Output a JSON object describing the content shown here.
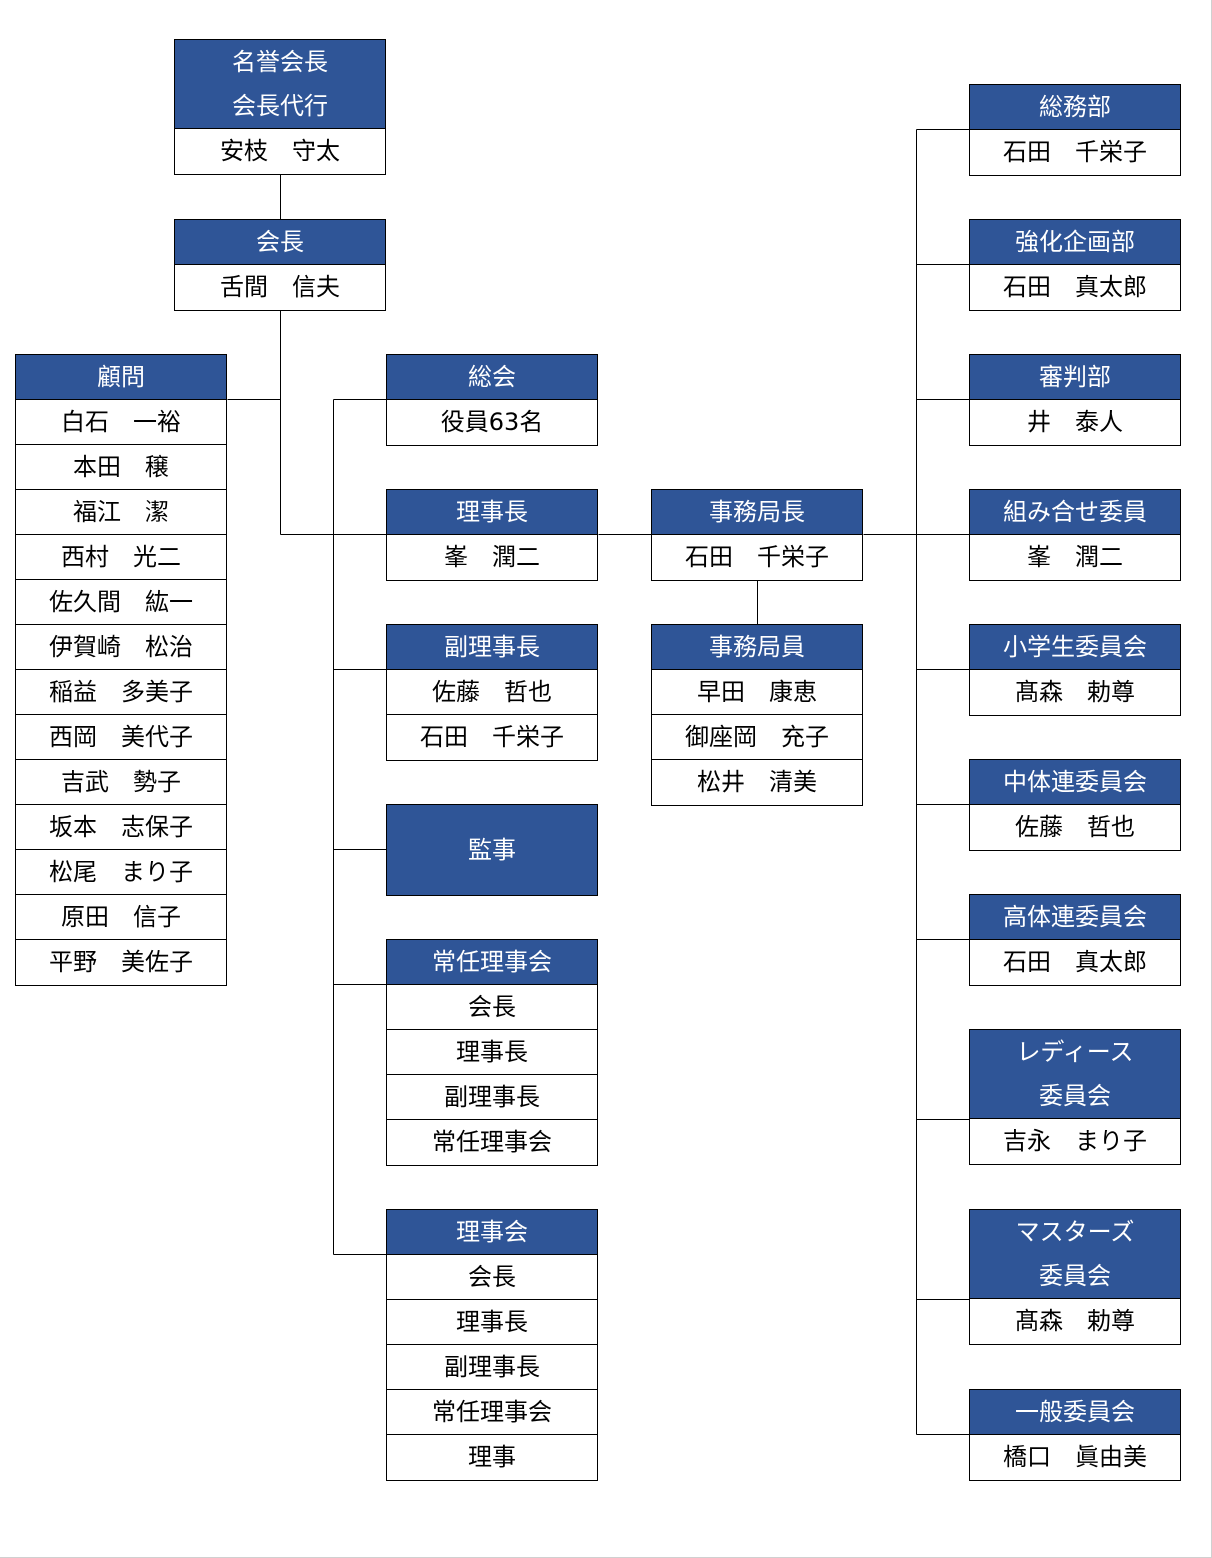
{
  "colors": {
    "header_bg": "#2f5597",
    "header_text": "#ffffff",
    "line": "#000000"
  },
  "nodes": {
    "honorary": {
      "header": [
        "名誉会長",
        "会長代行"
      ],
      "rows": [
        "安枝　守太"
      ]
    },
    "president": {
      "header": [
        "会長"
      ],
      "rows": [
        "舌間　信夫"
      ]
    },
    "advisors": {
      "header": [
        "顧問"
      ],
      "rows": [
        "白石　一裕",
        "本田　穣",
        "福江　潔",
        "西村　光二",
        "佐久間　紘一",
        "伊賀崎　松治",
        "稲益　多美子",
        "西岡　美代子",
        "吉武　勢子",
        "坂本　志保子",
        "松尾　まり子",
        "原田　信子",
        "平野　美佐子"
      ]
    },
    "general_assembly": {
      "header": [
        "総会"
      ],
      "rows": [
        "役員63名"
      ]
    },
    "chairman": {
      "header": [
        "理事長"
      ],
      "rows": [
        "峯　潤二"
      ]
    },
    "vice_chairman": {
      "header": [
        "副理事長"
      ],
      "rows": [
        "佐藤　哲也",
        "石田　千栄子"
      ]
    },
    "auditor": {
      "header": [
        "監事"
      ],
      "rows": []
    },
    "standing_board": {
      "header": [
        "常任理事会"
      ],
      "rows": [
        "会長",
        "理事長",
        "副理事長",
        "常任理事会"
      ]
    },
    "board": {
      "header": [
        "理事会"
      ],
      "rows": [
        "会長",
        "理事長",
        "副理事長",
        "常任理事会",
        "理事"
      ]
    },
    "secretary_general": {
      "header": [
        "事務局長"
      ],
      "rows": [
        "石田　千栄子"
      ]
    },
    "secretariat_staff": {
      "header": [
        "事務局員"
      ],
      "rows": [
        "早田　康恵",
        "御座岡　充子",
        "松井　清美"
      ]
    },
    "general_affairs": {
      "header": [
        "総務部"
      ],
      "rows": [
        "石田　千栄子"
      ]
    },
    "strengthening": {
      "header": [
        "強化企画部"
      ],
      "rows": [
        "石田　真太郎"
      ]
    },
    "referee": {
      "header": [
        "審判部"
      ],
      "rows": [
        "井　泰人"
      ]
    },
    "pairing": {
      "header": [
        "組み合せ委員"
      ],
      "rows": [
        "峯　潤二"
      ]
    },
    "elementary": {
      "header": [
        "小学生委員会"
      ],
      "rows": [
        "髙森　勅尊"
      ]
    },
    "junior_high": {
      "header": [
        "中体連委員会"
      ],
      "rows": [
        "佐藤　哲也"
      ]
    },
    "high_school": {
      "header": [
        "高体連委員会"
      ],
      "rows": [
        "石田　真太郎"
      ]
    },
    "ladies": {
      "header": [
        "レディース",
        "委員会"
      ],
      "rows": [
        "吉永　まり子"
      ]
    },
    "masters": {
      "header": [
        "マスターズ",
        "委員会"
      ],
      "rows": [
        "髙森　勅尊"
      ]
    },
    "general_committee": {
      "header": [
        "一般委員会"
      ],
      "rows": [
        "橋口　眞由美"
      ]
    }
  }
}
